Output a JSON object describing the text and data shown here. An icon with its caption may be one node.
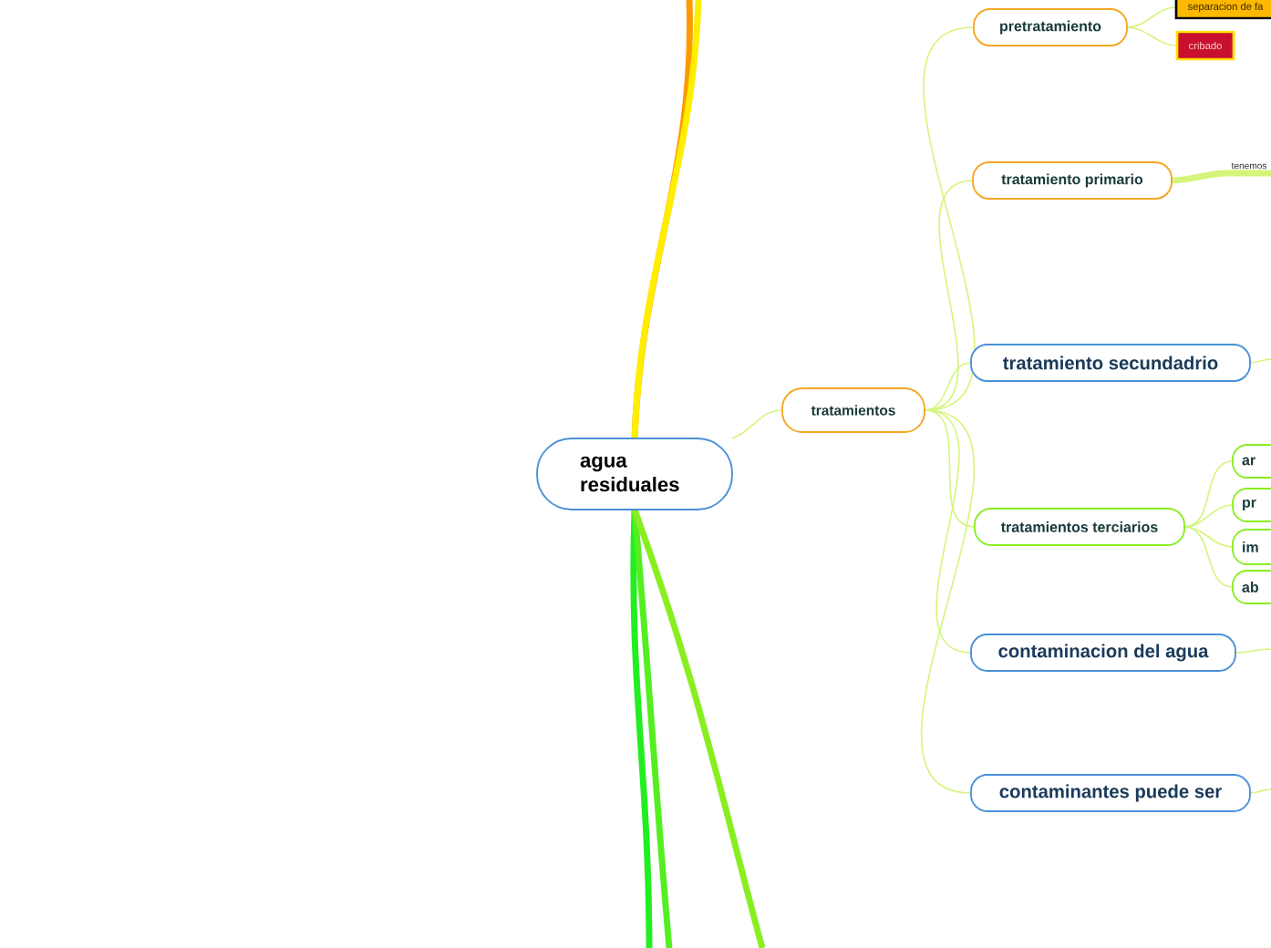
{
  "diagram": {
    "nodes": [
      {
        "text": [
          "agua residuales"
        ]
      },
      {
        "text": [
          "tratamientos"
        ]
      },
      {
        "text": [
          "pretratamiento"
        ]
      },
      {
        "text": [
          "separacion de fa"
        ]
      },
      {
        "text": [
          "cribado"
        ]
      },
      {
        "text": [
          "tratamiento primario"
        ]
      },
      {
        "text": [
          "tenemos"
        ]
      },
      {
        "text": [
          "tratamiento secundadrio"
        ]
      },
      {
        "text": [
          "tratamientos terciarios"
        ]
      },
      {
        "text": [
          "ar"
        ]
      },
      {
        "text": [
          "pr"
        ]
      },
      {
        "text": [
          "im"
        ]
      },
      {
        "text": [
          "ab"
        ]
      },
      {
        "text": [
          "contaminacion del agua"
        ]
      },
      {
        "text": [
          "contaminantes puede ser"
        ]
      }
    ],
    "edges": [
      {
        "from": 0,
        "to": 1,
        "arrow": "none"
      },
      {
        "from": 1,
        "to": 2,
        "arrow": "none"
      },
      {
        "from": 1,
        "to": 5,
        "arrow": "none"
      },
      {
        "from": 1,
        "to": 7,
        "arrow": "none"
      },
      {
        "from": 1,
        "to": 8,
        "arrow": "none"
      },
      {
        "from": 1,
        "to": 13,
        "arrow": "none"
      },
      {
        "from": 1,
        "to": 14,
        "arrow": "none"
      },
      {
        "from": 2,
        "to": 3,
        "arrow": "none"
      },
      {
        "from": 2,
        "to": 4,
        "arrow": "none"
      },
      {
        "from": 5,
        "to": 6,
        "arrow": "none",
        "style": "thick"
      },
      {
        "from": 7,
        "to": null,
        "arrow": "none"
      },
      {
        "from": 8,
        "to": 9,
        "arrow": "none"
      },
      {
        "from": 8,
        "to": 10,
        "arrow": "none"
      },
      {
        "from": 8,
        "to": 11,
        "arrow": "none"
      },
      {
        "from": 8,
        "to": 12,
        "arrow": "none"
      },
      {
        "from": 13,
        "to": null,
        "arrow": "none"
      },
      {
        "from": 14,
        "to": null,
        "arrow": "none"
      },
      {
        "from": 0,
        "to": null,
        "arrow": "none",
        "style": "thick",
        "color": "#ff9900"
      },
      {
        "from": 0,
        "to": null,
        "arrow": "none",
        "style": "thick",
        "color": "#ffee00"
      },
      {
        "from": 0,
        "to": null,
        "arrow": "none",
        "style": "thick",
        "color": "#22ee22"
      },
      {
        "from": 0,
        "to": null,
        "arrow": "none",
        "style": "thick",
        "color": "#55ee22"
      },
      {
        "from": 0,
        "to": null,
        "arrow": "none",
        "style": "thick",
        "color": "#88ee22"
      }
    ]
  }
}
